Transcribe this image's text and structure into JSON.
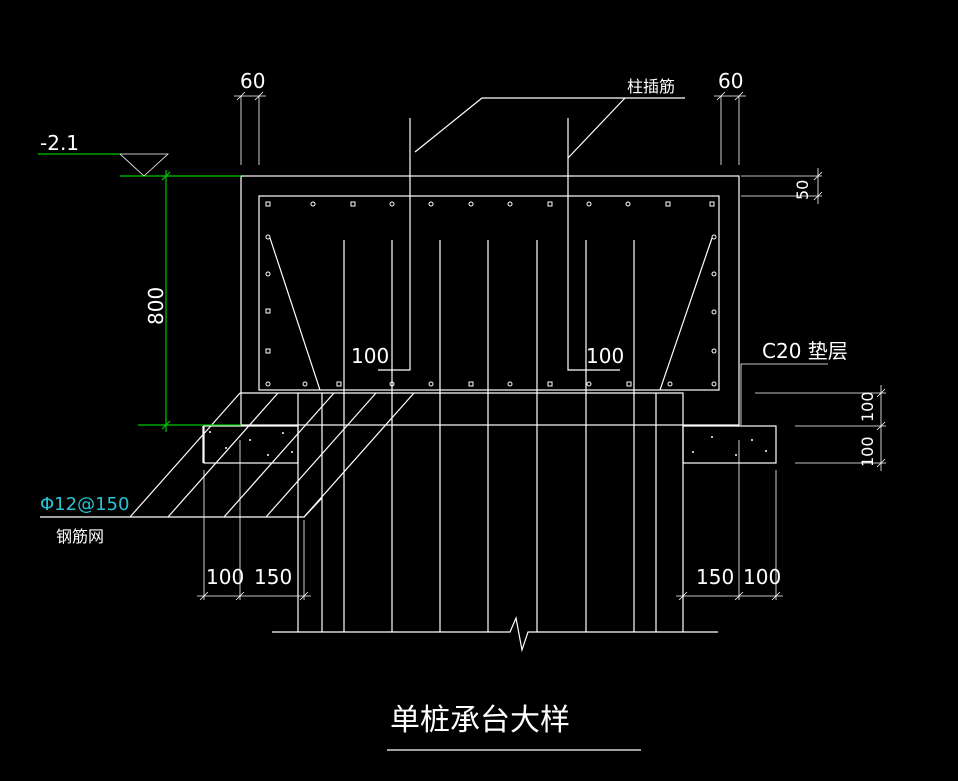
{
  "colors": {
    "background": "#000000",
    "line": "#ffffff",
    "elevation_green": "#00c800",
    "rebar_label_cyan": "#27c3d6"
  },
  "labels": {
    "dim_top_left": "60",
    "dim_top_right": "60",
    "column_dowel": "柱插筋",
    "elevation": "-2.1",
    "dim_cover_top": "50",
    "dim_height": "800",
    "dim_inner_left": "100",
    "dim_inner_right": "100",
    "cushion": "C20 垫层",
    "dim_right_1": "100",
    "dim_right_2": "100",
    "rebar_spec": "Φ12@150",
    "rebar_mesh": "钢筋网",
    "dim_bottom_left_1": "100",
    "dim_bottom_left_2": "150",
    "dim_bottom_right_1": "150",
    "dim_bottom_right_2": "100",
    "title": "单桩承台大样"
  }
}
